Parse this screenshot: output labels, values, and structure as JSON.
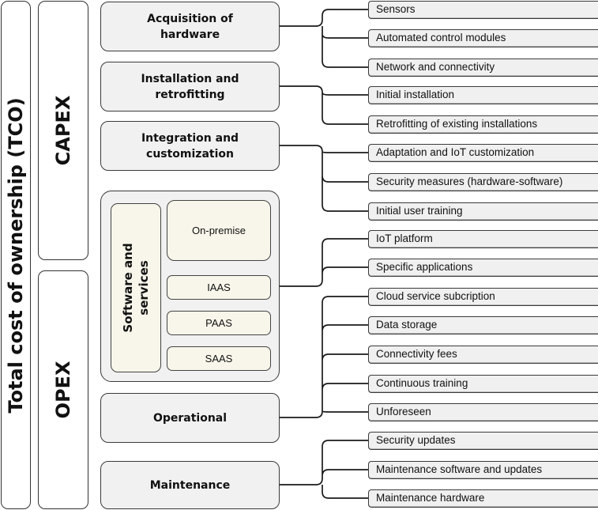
{
  "title": "Total cost of ownership (TCO)",
  "categories": {
    "capex": "CAPEX",
    "opex": "OPEX"
  },
  "components": {
    "acquisition": "Acquisition of hardware",
    "installation": "Installation and retrofitting",
    "integration": "Integration and customization",
    "software": {
      "label": "Software and services",
      "on_premise": "On-premise",
      "iaas": "IAAS",
      "paas": "PAAS",
      "saas": "SAAS"
    },
    "operational": "Operational",
    "maintenance": "Maintenance"
  },
  "items": [
    {
      "label": "Sensors",
      "parent": "acquisition"
    },
    {
      "label": "Automated control modules",
      "parent": "acquisition"
    },
    {
      "label": "Network and connectivity",
      "parent": "acquisition"
    },
    {
      "label": "Initial installation",
      "parent": "installation"
    },
    {
      "label": "Retrofitting of existing installations",
      "parent": "installation"
    },
    {
      "label": "Adaptation and IoT customization",
      "parent": "integration"
    },
    {
      "label": "Security measures (hardware-software)",
      "parent": "integration"
    },
    {
      "label": "Initial user training",
      "parent": "integration"
    },
    {
      "label": "IoT platform",
      "parent": "software"
    },
    {
      "label": "Specific applications",
      "parent": "software"
    },
    {
      "label": "Cloud service subcription",
      "parent": "operational"
    },
    {
      "label": "Data storage",
      "parent": "operational"
    },
    {
      "label": "Connectivity fees",
      "parent": "operational"
    },
    {
      "label": "Continuous training",
      "parent": "operational"
    },
    {
      "label": "Unforeseen",
      "parent": "operational"
    },
    {
      "label": "Security updates",
      "parent": "maintenance"
    },
    {
      "label": "Maintenance software and updates",
      "parent": "maintenance"
    },
    {
      "label": "Maintenance hardware",
      "parent": "maintenance"
    }
  ]
}
